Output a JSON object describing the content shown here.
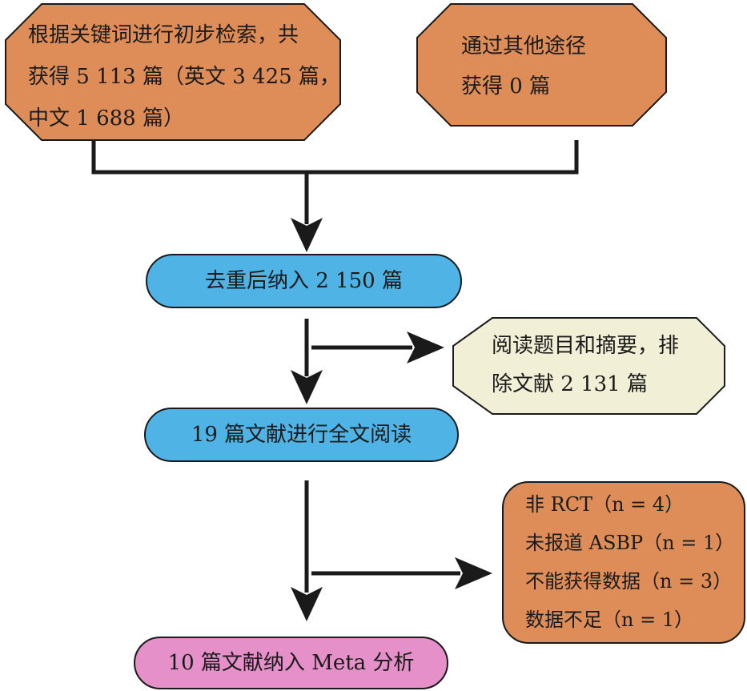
{
  "colors": {
    "orange": "#de8d58",
    "blue": "#4fb3e6",
    "cream": "#f2efd7",
    "pink": "#e590c8",
    "stroke": "#1a1a1a"
  },
  "search_db": {
    "lines": [
      "根据关键词进行初步检索，共",
      "获得 5 113 篇（英文 3 425 篇，",
      "中文 1 688 篇）"
    ]
  },
  "search_other": {
    "lines": [
      "通过其他途径",
      "获得 0 篇"
    ]
  },
  "dedup": {
    "label": "去重后纳入 2 150 篇"
  },
  "exclude_abstract": {
    "lines": [
      "阅读题目和摘要，排",
      "除文献 2 131 篇"
    ]
  },
  "fulltext": {
    "label": "19 篇文献进行全文阅读"
  },
  "exclude_fulltext": {
    "lines": [
      "非 RCT（n = 4）",
      "未报道 ASBP（n = 1）",
      "不能获得数据（n = 3）",
      "数据不足（n = 1）"
    ]
  },
  "included": {
    "label": "10 篇文献纳入 Meta 分析"
  }
}
